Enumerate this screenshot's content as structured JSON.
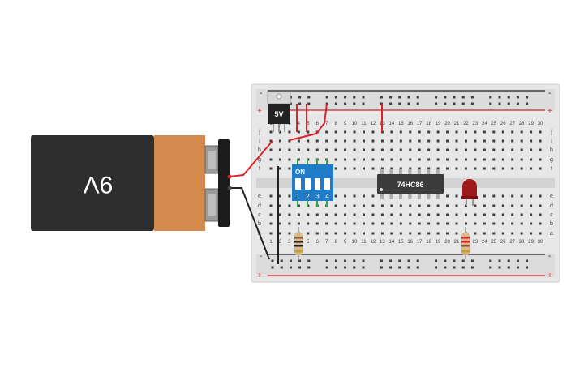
{
  "battery": {
    "label": "9V"
  },
  "regulator": {
    "label": "5V"
  },
  "dip_switch": {
    "on_label": "ON",
    "positions": [
      "1",
      "2",
      "3",
      "4"
    ]
  },
  "chip": {
    "label": "74HC86"
  },
  "breadboard": {
    "columns": [
      "1",
      "2",
      "3",
      "4",
      "5",
      "6",
      "7",
      "8",
      "9",
      "10",
      "11",
      "12",
      "13",
      "14",
      "15",
      "16",
      "17",
      "18",
      "19",
      "20",
      "21",
      "22",
      "23",
      "24",
      "25",
      "26",
      "27",
      "28",
      "29",
      "30"
    ],
    "rows_top": [
      "j",
      "i",
      "h",
      "g",
      "f"
    ],
    "rows_bottom": [
      "e",
      "d",
      "c",
      "b",
      "a"
    ],
    "rail_plus": "+",
    "rail_minus": "-"
  },
  "colors": {
    "battery_body": "#2e2e2e",
    "battery_cap": "#d38a4c",
    "breadboard": "#e6e6e6",
    "rail_red": "#d9242b",
    "rail_black": "#222222",
    "wire_red": "#d9242b",
    "switch_blue": "#1f7cc8",
    "led_red": "#9e1a1a",
    "chip_body": "#3b3b3b"
  }
}
